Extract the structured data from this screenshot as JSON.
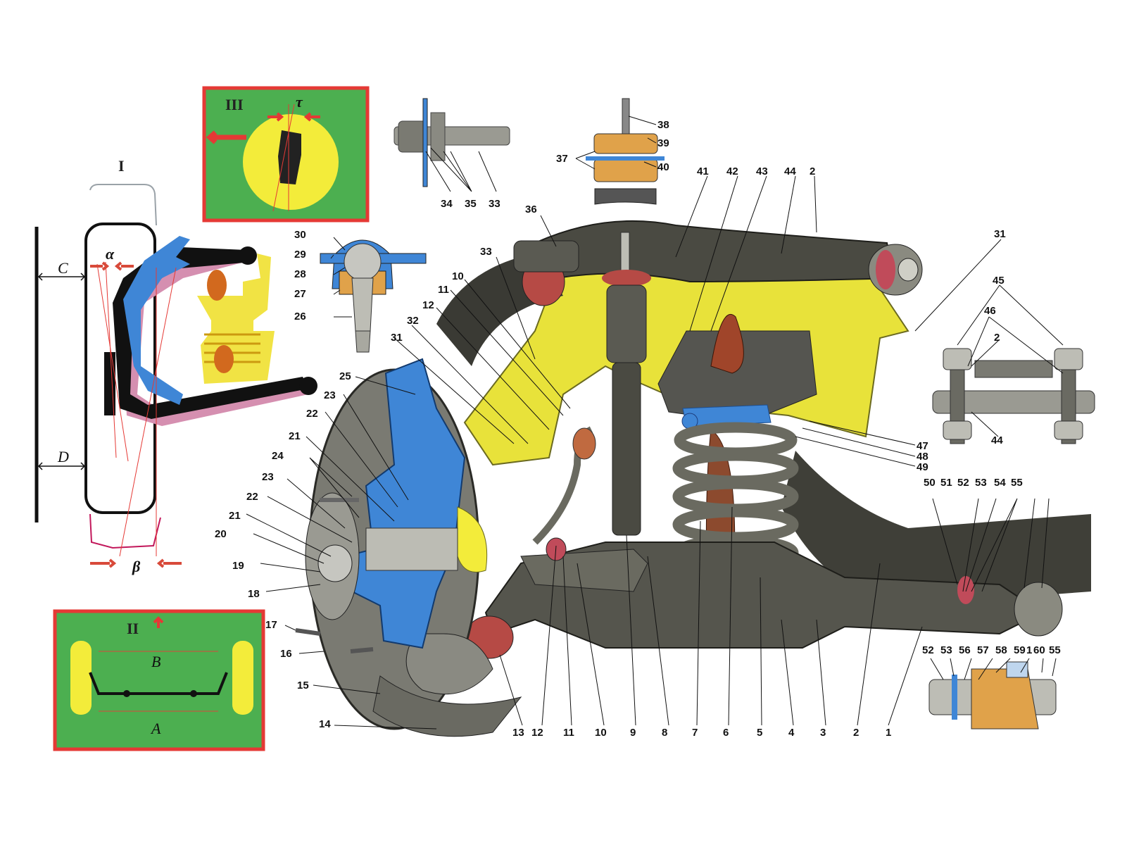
{
  "insets": {
    "i": {
      "numeral": "I",
      "alpha": "α",
      "beta": "β",
      "c": "C",
      "d": "D"
    },
    "ii": {
      "numeral": "II",
      "a": "A",
      "b": "B"
    },
    "iii": {
      "numeral": "III",
      "tau": "τ"
    }
  },
  "colors": {
    "frame_yellow": "#e8e23a",
    "hub_blue": "#3f86d6",
    "inset_green": "#4caf50",
    "inset_border": "#e53935",
    "spring": "#707065",
    "arm": "#3a3a34",
    "arrow_red": "#d84a3a"
  },
  "labels": [
    {
      "id": "38",
      "text": "38"
    },
    {
      "id": "39",
      "text": "39"
    },
    {
      "id": "37",
      "text": "37"
    },
    {
      "id": "40",
      "text": "40"
    },
    {
      "id": "41",
      "text": "41"
    },
    {
      "id": "42",
      "text": "42"
    },
    {
      "id": "43",
      "text": "43"
    },
    {
      "id": "44a",
      "text": "44"
    },
    {
      "id": "2a",
      "text": "2"
    },
    {
      "id": "34",
      "text": "34"
    },
    {
      "id": "35",
      "text": "35"
    },
    {
      "id": "33a",
      "text": "33"
    },
    {
      "id": "36",
      "text": "36"
    },
    {
      "id": "31a",
      "text": "31"
    },
    {
      "id": "45",
      "text": "45"
    },
    {
      "id": "46",
      "text": "46"
    },
    {
      "id": "2b",
      "text": "2"
    },
    {
      "id": "44b",
      "text": "44"
    },
    {
      "id": "47",
      "text": "47"
    },
    {
      "id": "48",
      "text": "48"
    },
    {
      "id": "49",
      "text": "49"
    },
    {
      "id": "30",
      "text": "30"
    },
    {
      "id": "29",
      "text": "29"
    },
    {
      "id": "28",
      "text": "28"
    },
    {
      "id": "27",
      "text": "27"
    },
    {
      "id": "26",
      "text": "26"
    },
    {
      "id": "33b",
      "text": "33"
    },
    {
      "id": "10a",
      "text": "10"
    },
    {
      "id": "11a",
      "text": "11"
    },
    {
      "id": "12a",
      "text": "12"
    },
    {
      "id": "32",
      "text": "32"
    },
    {
      "id": "31b",
      "text": "31"
    },
    {
      "id": "25",
      "text": "25"
    },
    {
      "id": "23a",
      "text": "23"
    },
    {
      "id": "22a",
      "text": "22"
    },
    {
      "id": "21a",
      "text": "21"
    },
    {
      "id": "24",
      "text": "24"
    },
    {
      "id": "23b",
      "text": "23"
    },
    {
      "id": "22b",
      "text": "22"
    },
    {
      "id": "21b",
      "text": "21"
    },
    {
      "id": "20",
      "text": "20"
    },
    {
      "id": "19",
      "text": "19"
    },
    {
      "id": "18",
      "text": "18"
    },
    {
      "id": "17",
      "text": "17"
    },
    {
      "id": "16",
      "text": "16"
    },
    {
      "id": "15",
      "text": "15"
    },
    {
      "id": "14",
      "text": "14"
    },
    {
      "id": "50",
      "text": "50"
    },
    {
      "id": "51",
      "text": "51"
    },
    {
      "id": "52a",
      "text": "52"
    },
    {
      "id": "53a",
      "text": "53"
    },
    {
      "id": "54",
      "text": "54"
    },
    {
      "id": "55a",
      "text": "55"
    },
    {
      "id": "52b",
      "text": "52"
    },
    {
      "id": "53b",
      "text": "53"
    },
    {
      "id": "56",
      "text": "56"
    },
    {
      "id": "57",
      "text": "57"
    },
    {
      "id": "58",
      "text": "58"
    },
    {
      "id": "59",
      "text": "59"
    },
    {
      "id": "1b",
      "text": "1"
    },
    {
      "id": "60",
      "text": "60"
    },
    {
      "id": "55b",
      "text": "55"
    },
    {
      "id": "13",
      "text": "13"
    },
    {
      "id": "12b",
      "text": "12"
    },
    {
      "id": "11b",
      "text": "11"
    },
    {
      "id": "10b",
      "text": "10"
    },
    {
      "id": "9",
      "text": "9"
    },
    {
      "id": "8",
      "text": "8"
    },
    {
      "id": "7",
      "text": "7"
    },
    {
      "id": "6",
      "text": "6"
    },
    {
      "id": "5",
      "text": "5"
    },
    {
      "id": "4",
      "text": "4"
    },
    {
      "id": "3",
      "text": "3"
    },
    {
      "id": "2c",
      "text": "2"
    },
    {
      "id": "1a",
      "text": "1"
    }
  ]
}
